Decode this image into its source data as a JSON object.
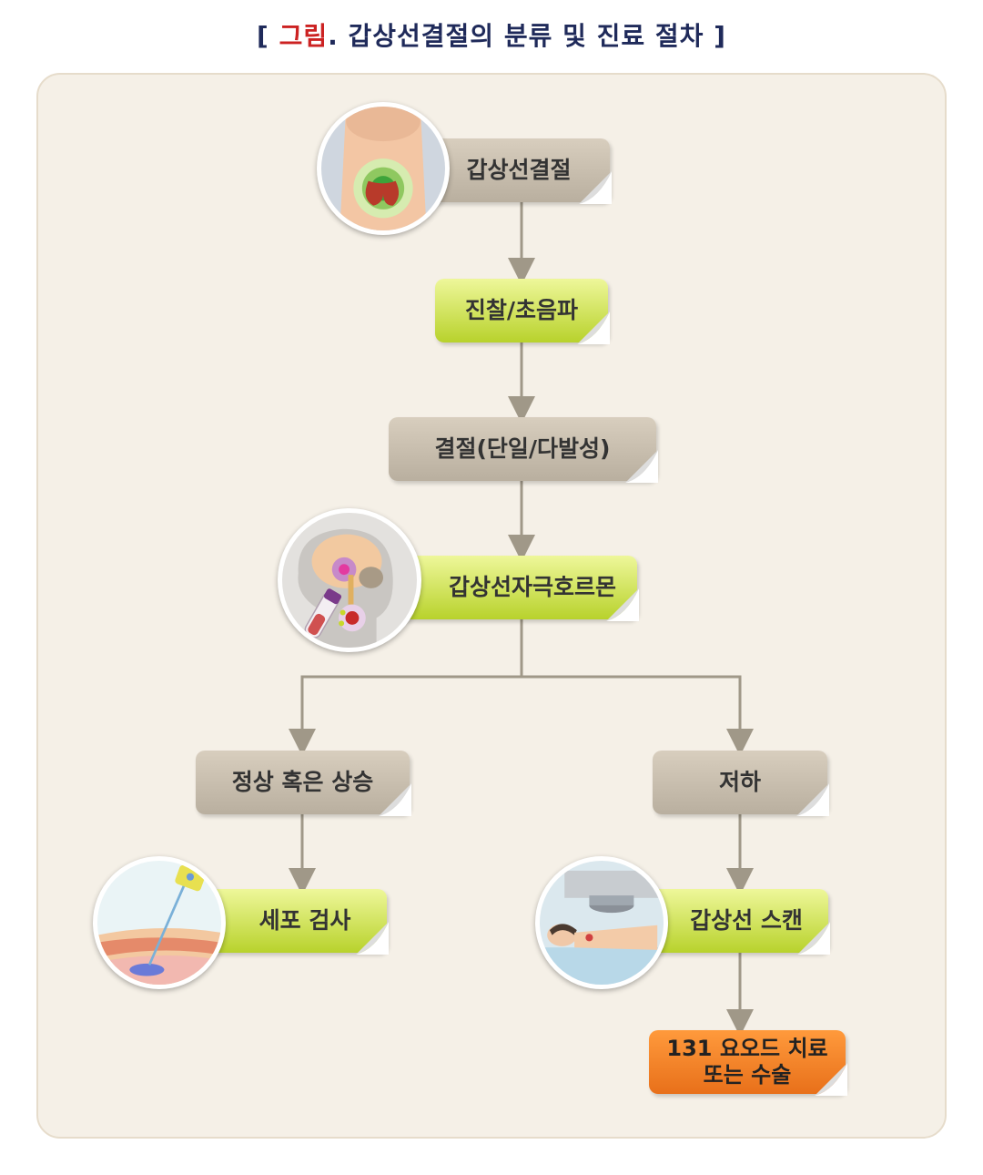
{
  "title": {
    "prefix": "[ ",
    "accent": "그림",
    "rest": ". 갑상선결절의 분류 및 진료 절차 ]"
  },
  "nodes": {
    "nodule": "갑상선결절",
    "exam": "진찰/초음파",
    "type": "결절(단일/다발성)",
    "tsh": "갑상선자극호르몬",
    "normal": "정상 혹은 상승",
    "low": "저하",
    "biopsy": "세포 검사",
    "scan": "갑상선 스캔",
    "treat_line1": "131 요오드 치료",
    "treat_line2": "또는 수술"
  },
  "colors": {
    "accent": "#cc2222",
    "title": "#1f2a5a",
    "panel": "#f5f0e7",
    "arrow": "#a09888",
    "gray_node": "#c8bead",
    "green_node": "#c8dd44",
    "orange_node": "#f08020"
  },
  "icons": [
    "neck-thyroid-icon",
    "brain-blood-test-icon",
    "needle-biopsy-icon",
    "thyroid-scanner-icon"
  ]
}
